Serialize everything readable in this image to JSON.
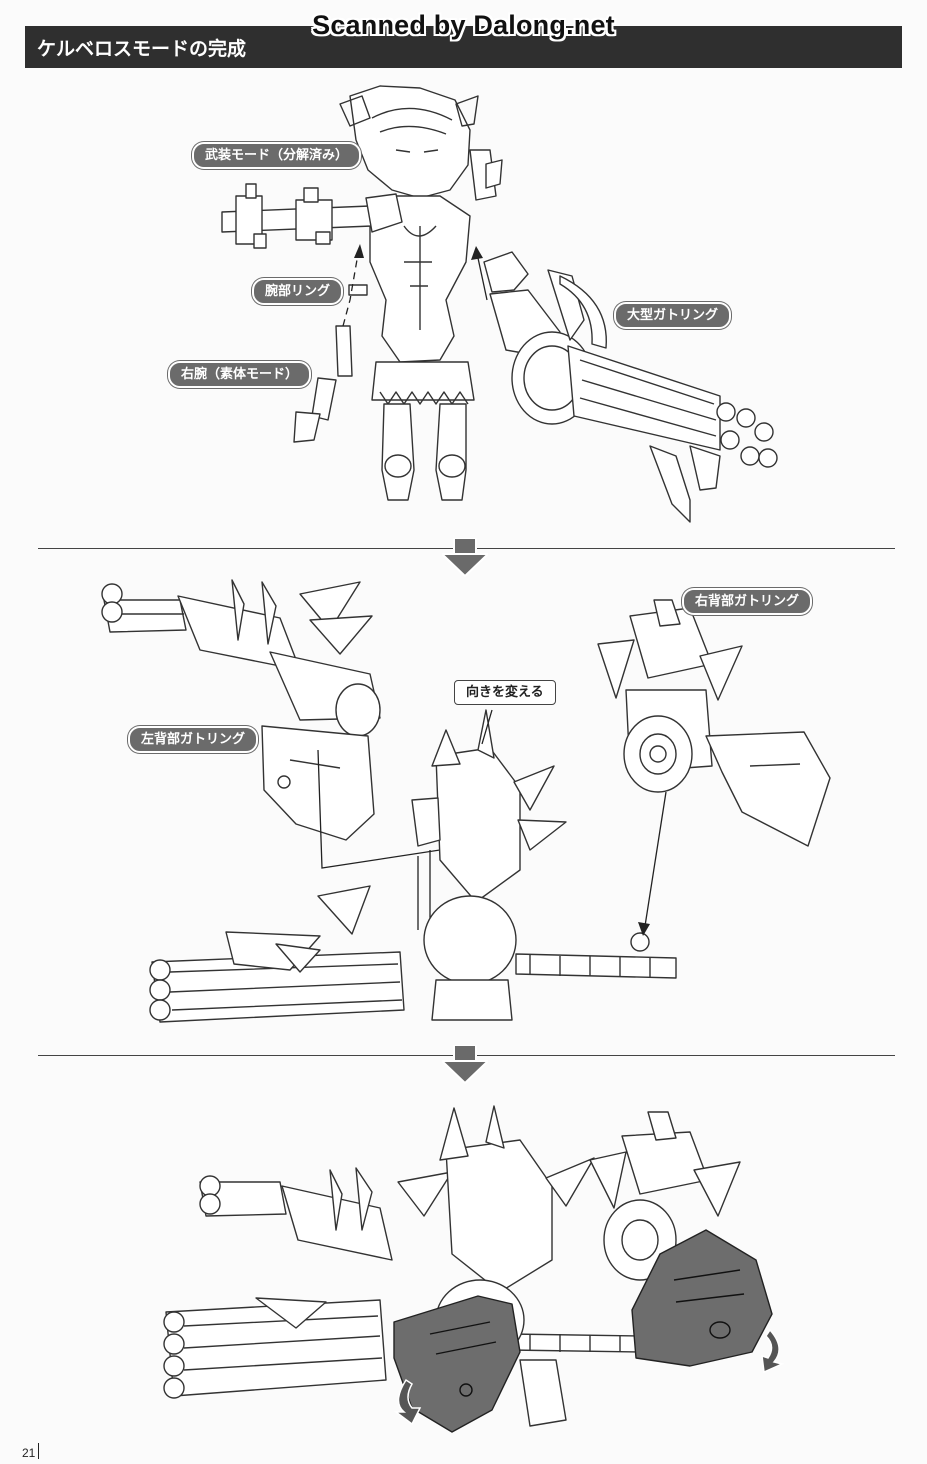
{
  "watermark": "Scanned by Dalong.net",
  "header": {
    "title": "ケルベロスモードの完成"
  },
  "section1": {
    "labels": {
      "armed_mode": "武装モード（分解済み）",
      "arm_ring": "腕部リング",
      "right_arm": "右腕（素体モード）",
      "large_gatling": "大型ガトリング"
    }
  },
  "section2": {
    "labels": {
      "right_back_gatling": "右背部ガトリング",
      "change_direction": "向きを変える",
      "left_back_gatling": "左背部ガトリング"
    }
  },
  "page_number": "21",
  "colors": {
    "header_bg": "#2f2f2f",
    "bubble_dark": "#6b6b6b",
    "highlight": "#6d6d6d",
    "arrow": "#6a6a6a"
  }
}
